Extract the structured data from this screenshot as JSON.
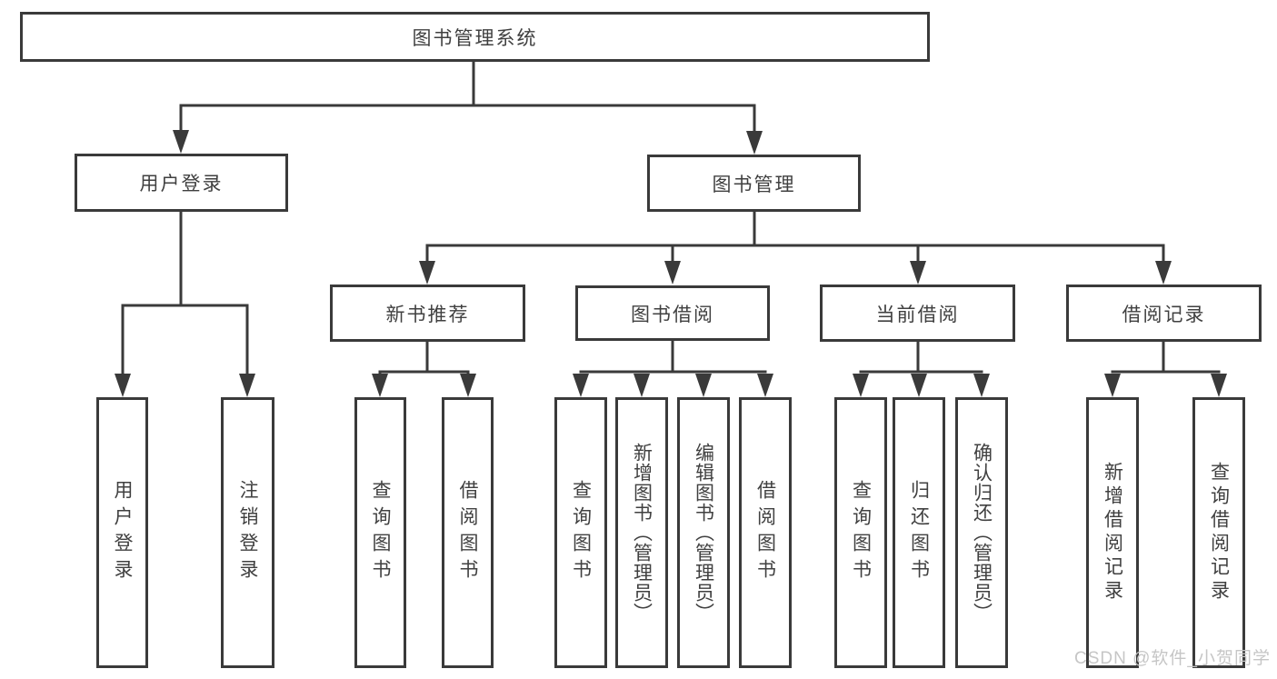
{
  "diagram": {
    "root": {
      "label": "图书管理系统"
    },
    "branches": [
      {
        "label": "用户登录",
        "children": [
          {
            "label": "用户登录"
          },
          {
            "label": "注销登录"
          }
        ]
      },
      {
        "label": "图书管理",
        "children": [
          {
            "label": "新书推荐",
            "children": [
              {
                "label": "查询图书"
              },
              {
                "label": "借阅图书"
              }
            ]
          },
          {
            "label": "图书借阅",
            "children": [
              {
                "label": "查询图书"
              },
              {
                "label": "新增图书（管理员）"
              },
              {
                "label": "编辑图书（管理员）"
              },
              {
                "label": "借阅图书"
              }
            ]
          },
          {
            "label": "当前借阅",
            "children": [
              {
                "label": "查询图书"
              },
              {
                "label": "归还图书"
              },
              {
                "label": "确认归还（管理员）"
              }
            ]
          },
          {
            "label": "借阅记录",
            "children": [
              {
                "label": "新增借阅记录"
              },
              {
                "label": "查询借阅记录"
              }
            ]
          }
        ]
      }
    ],
    "watermark": "CSDN @软件_小贺同学",
    "colors": {
      "line": "#3a3a3a",
      "text": "#404040",
      "watermark": "#c6c6c6",
      "background": "#ffffff"
    }
  }
}
